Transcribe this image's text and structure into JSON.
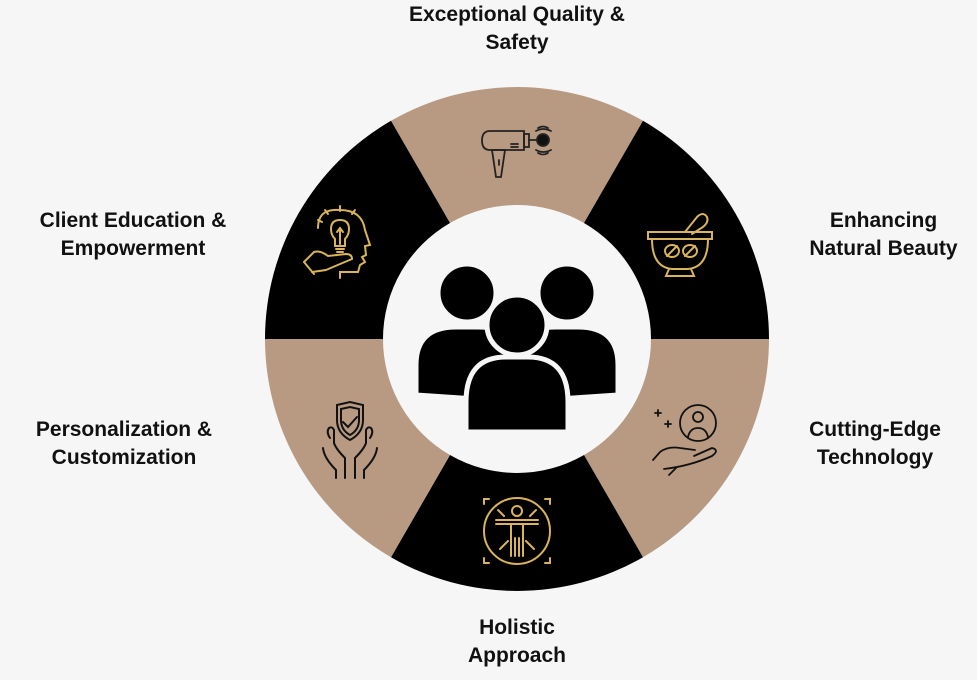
{
  "diagram": {
    "center": {
      "icon": "people-group-icon"
    },
    "colors": {
      "tan": "#b89a82",
      "black": "#000000",
      "gold": "#d9b45a",
      "background": "#f6f6f6"
    },
    "segments": [
      {
        "label_line1": "Exceptional Quality &",
        "label_line2": "Safety",
        "icon": "massage-gun-icon",
        "fill": "tan"
      },
      {
        "label_line1": "Enhancing",
        "label_line2": "Natural Beauty",
        "icon": "mortar-pestle-icon",
        "fill": "black"
      },
      {
        "label_line1": "Cutting-Edge",
        "label_line2": "Technology",
        "icon": "hand-user-sparkle-icon",
        "fill": "tan"
      },
      {
        "label_line1": "Holistic",
        "label_line2": "Approach",
        "icon": "vitruvian-man-icon",
        "fill": "black"
      },
      {
        "label_line1": "Personalization &",
        "label_line2": "Customization",
        "icon": "hands-shield-check-icon",
        "fill": "tan"
      },
      {
        "label_line1": "Client Education &",
        "label_line2": "Empowerment",
        "icon": "head-lightbulb-hand-icon",
        "fill": "black"
      }
    ]
  }
}
